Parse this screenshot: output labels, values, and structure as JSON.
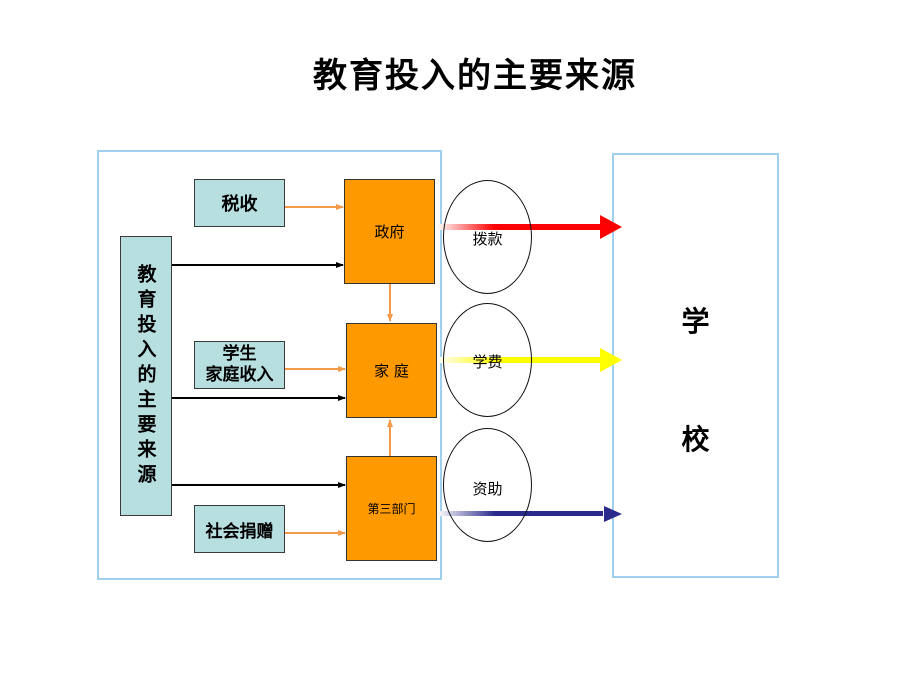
{
  "title": "教育投入的主要来源",
  "sources_label": "教育投入的主要来源",
  "tax": "税收",
  "income_line1": "学生",
  "income_line2": "家庭收入",
  "donation": "社会捐赠",
  "government": "政府",
  "family": "家 庭",
  "third_sector": "第三部门",
  "flows": {
    "appropriation": "拨款",
    "tuition": "学费",
    "funding": "资助"
  },
  "school_char1": "学",
  "school_char2": "校",
  "colors": {
    "teal": "#b8dfe0",
    "orange": "#ff9900",
    "frame": "#9fd0f0",
    "appropriation_arrow": "#ff0000",
    "tuition_arrow": "#ffff00",
    "funding_arrow": "#2a2a8c",
    "small_arrow": "#f29a4a"
  }
}
